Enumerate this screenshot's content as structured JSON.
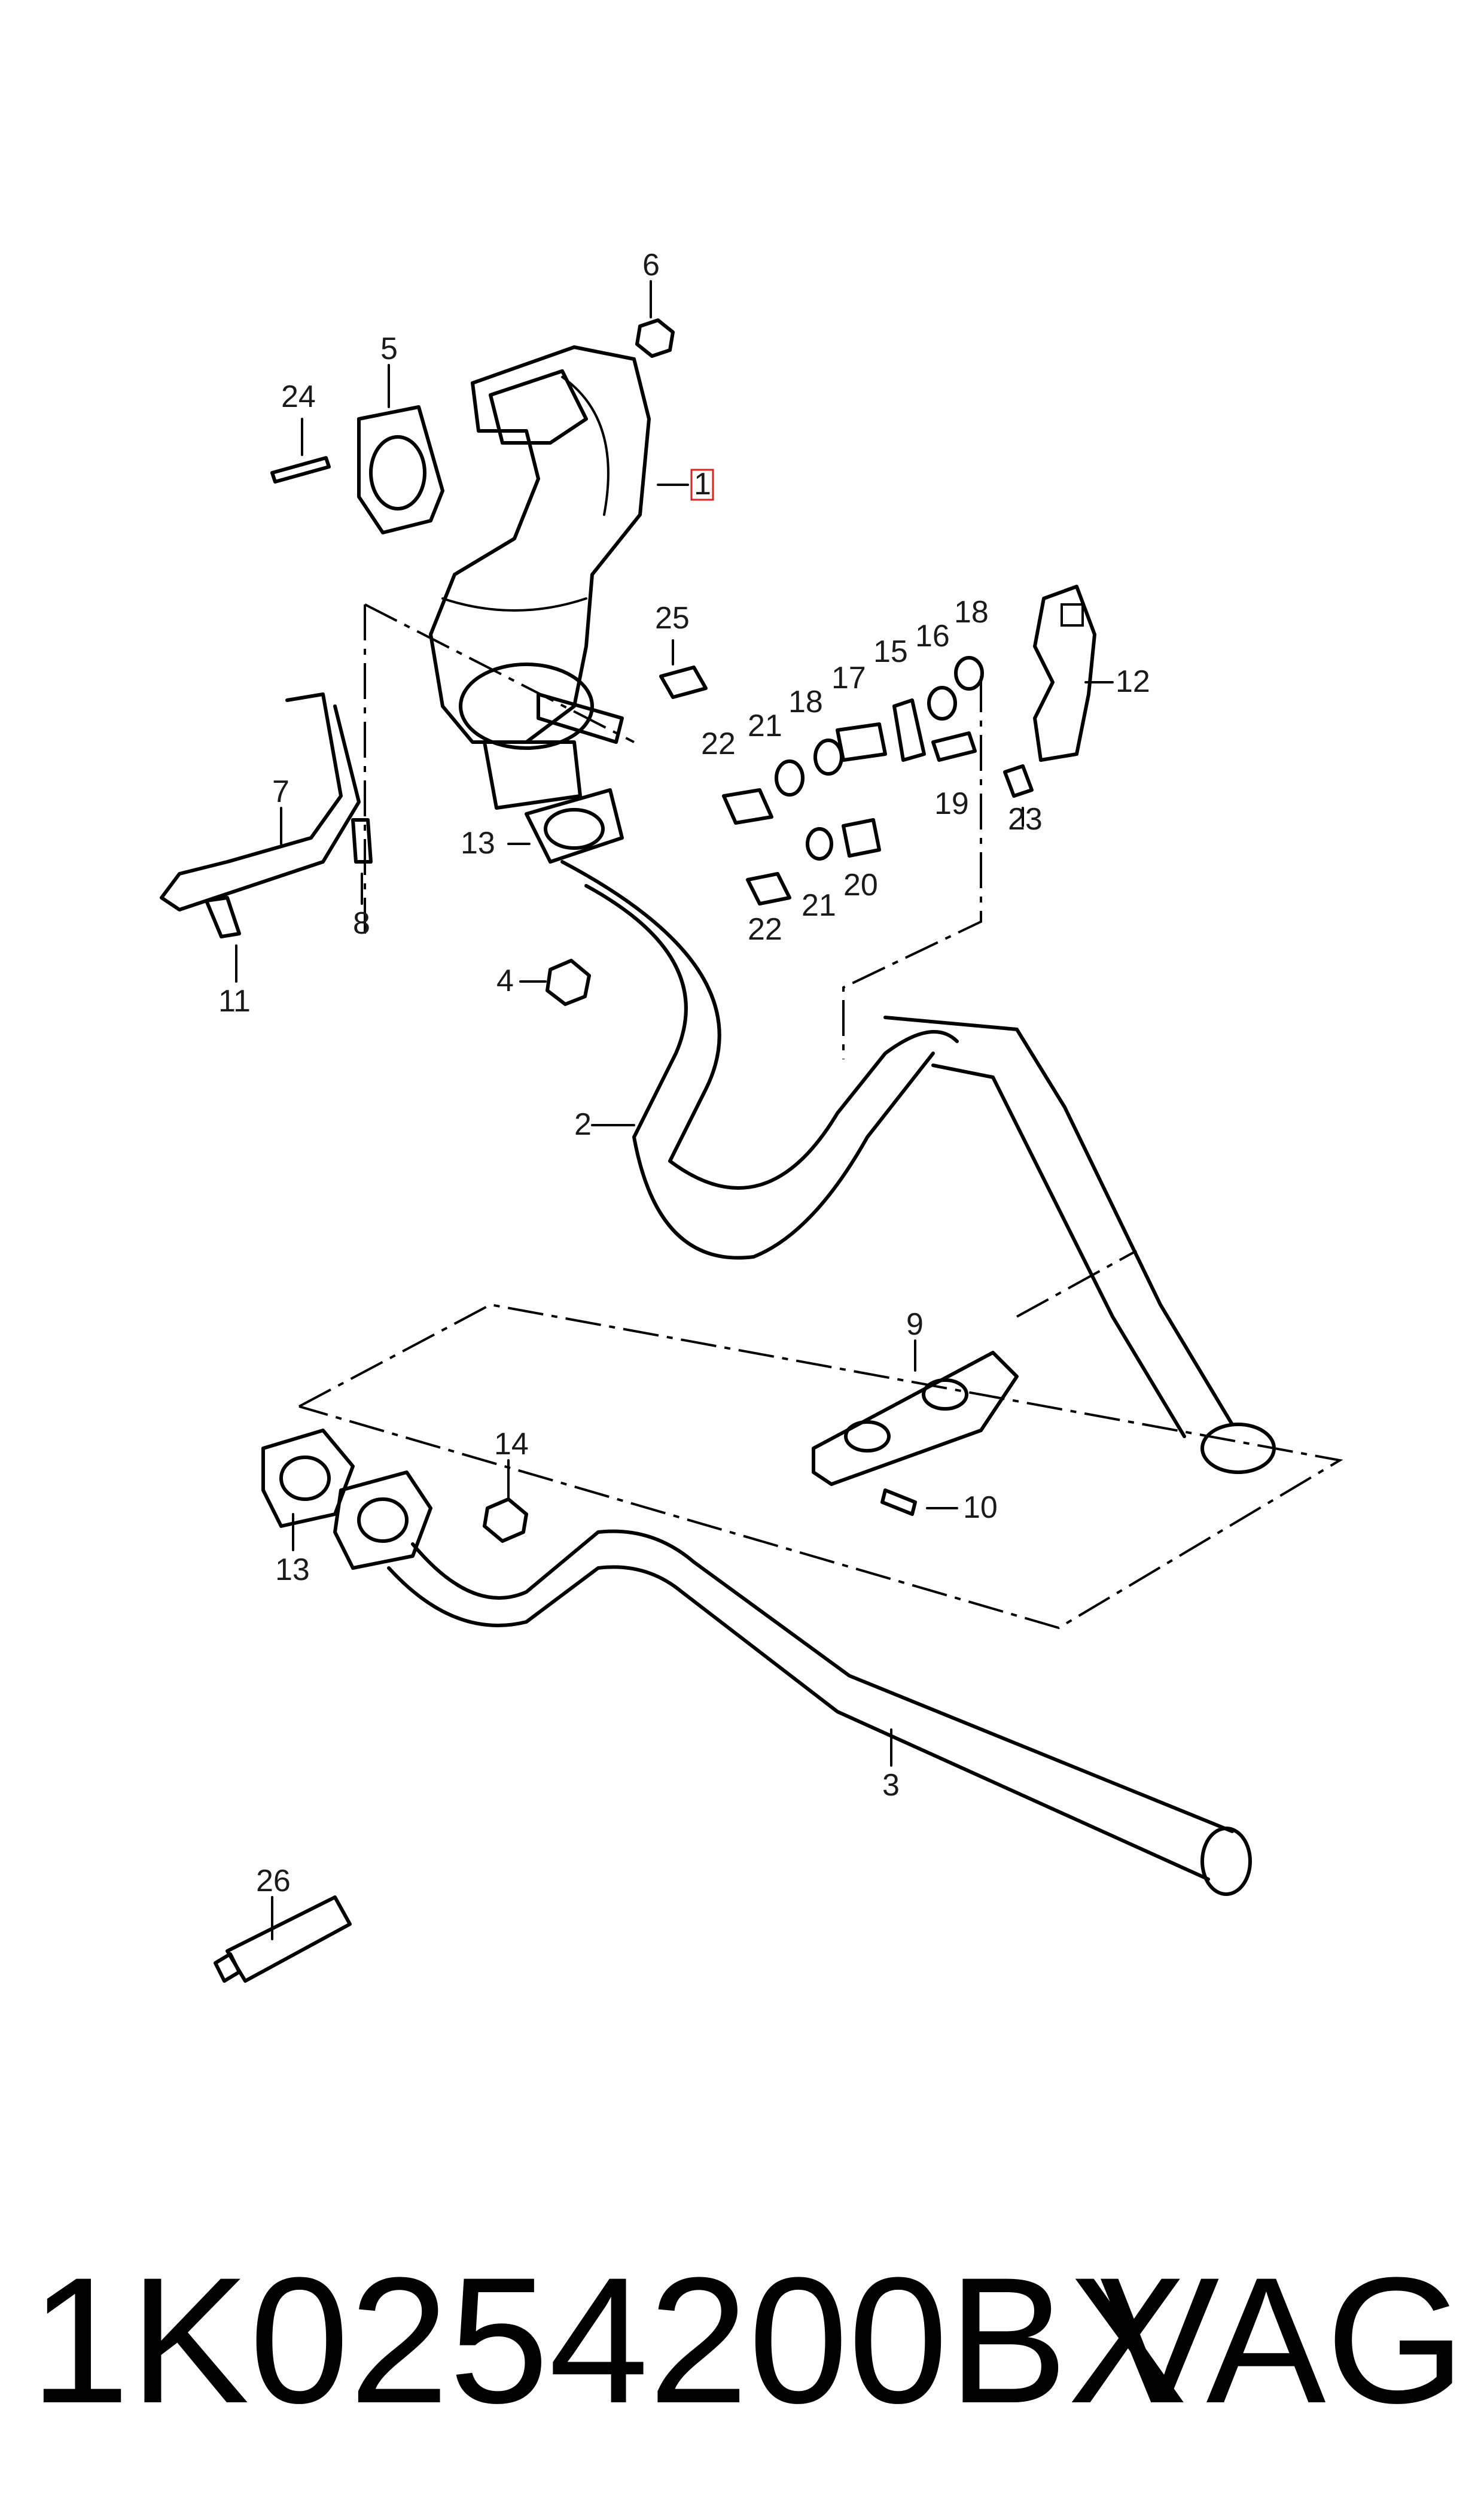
{
  "callouts": [
    "1",
    "2",
    "3",
    "4",
    "5",
    "6",
    "7",
    "8",
    "9",
    "10",
    "11",
    "12",
    "13",
    "13",
    "14",
    "15",
    "16",
    "17",
    "18",
    "18",
    "19",
    "20",
    "21",
    "21",
    "22",
    "22",
    "23",
    "24",
    "25",
    "26"
  ],
  "highlighted_callout": "1",
  "footer": {
    "part_number": "1K0254200BX",
    "brand": "VAG"
  },
  "colors": {
    "line": "#000000",
    "highlight": "#dd2222",
    "background": "#ffffff"
  }
}
